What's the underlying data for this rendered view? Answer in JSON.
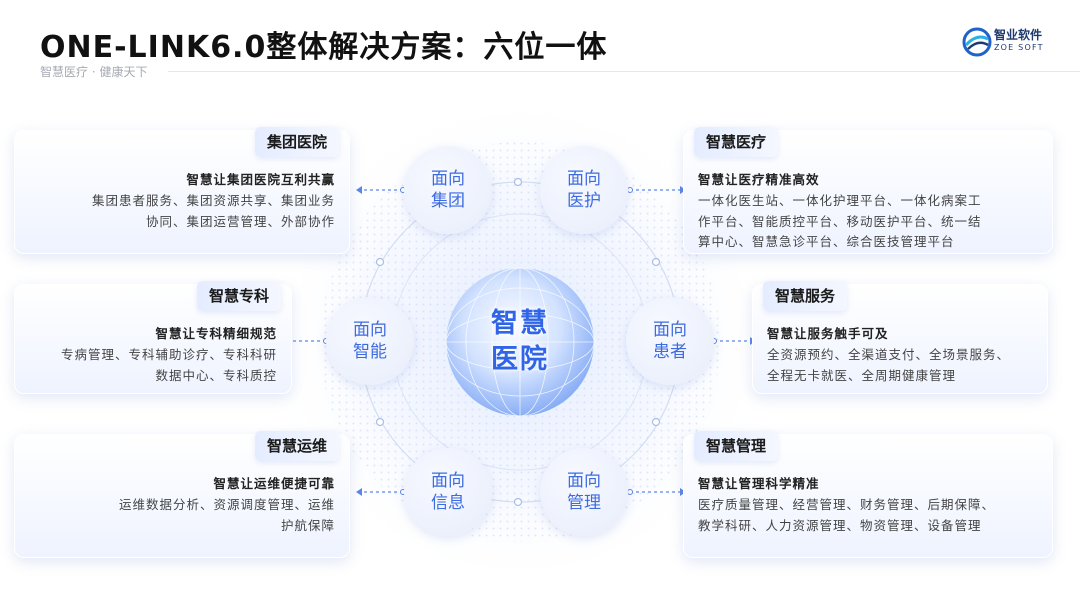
{
  "header": {
    "title": "ONE-LINK6.0整体解决方案：六位一体",
    "subtitle": "智慧医疗 · 健康天下",
    "logo_name": "智业软件",
    "logo_en": "ZOE SOFT"
  },
  "center": {
    "line1": "智慧",
    "line2": "医院"
  },
  "nodes": {
    "group": {
      "line1": "面向",
      "line2": "集团"
    },
    "care": {
      "line1": "面向",
      "line2": "医护"
    },
    "smart": {
      "line1": "面向",
      "line2": "智能"
    },
    "patient": {
      "line1": "面向",
      "line2": "患者"
    },
    "info": {
      "line1": "面向",
      "line2": "信息"
    },
    "mgmt": {
      "line1": "面向",
      "line2": "管理"
    }
  },
  "boxes": {
    "group_hospital": {
      "title": "集团医院",
      "headline": "智慧让集团医院互利共赢",
      "lines": [
        "集团患者服务、集团资源共享、集团业务",
        "协同、集团运营管理、外部协作"
      ]
    },
    "smart_medical": {
      "title": "智慧医疗",
      "headline": "智慧让医疗精准高效",
      "lines": [
        "一体化医生站、一体化护理平台、一体化病案工",
        "作平台、智能质控平台、移动医护平台、统一结",
        "算中心、智慧急诊平台、综合医技管理平台"
      ]
    },
    "smart_specialty": {
      "title": "智慧专科",
      "headline": "智慧让专科精细规范",
      "lines": [
        "专病管理、专科辅助诊疗、专科科研",
        "数据中心、专科质控"
      ]
    },
    "smart_service": {
      "title": "智慧服务",
      "headline": "智慧让服务触手可及",
      "lines": [
        "全资源预约、全渠道支付、全场景服务、",
        "全程无卡就医、全周期健康管理"
      ]
    },
    "smart_ops": {
      "title": "智慧运维",
      "headline": "智慧让运维便捷可靠",
      "lines": [
        "运维数据分析、资源调度管理、运维",
        "护航保障"
      ]
    },
    "smart_mgmt": {
      "title": "智慧管理",
      "headline": "智慧让管理科学精准",
      "lines": [
        "医疗质量管理、经营管理、财务管理、后期保障、",
        "教学科研、人力资源管理、物资管理、设备管理"
      ]
    }
  }
}
